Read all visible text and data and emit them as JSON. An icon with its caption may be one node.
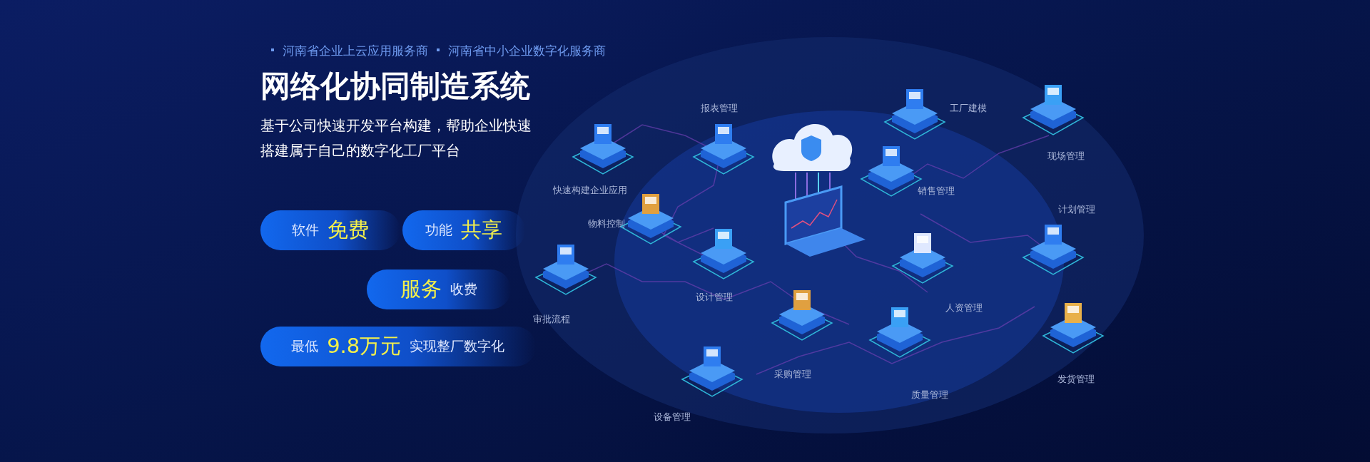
{
  "diagram": {
    "title": "网络化协同制造系统",
    "nodes": [
      {
        "text": [
          "软件",
          "免费"
        ]
      },
      {
        "text": [
          "功能",
          "共享"
        ]
      },
      {
        "text": [
          "服务",
          "收费"
        ]
      },
      {
        "text": [
          "最低",
          "9.8万元",
          "实现整厂数字化"
        ]
      },
      {
        "text": [
          "快速构建企业应用"
        ]
      },
      {
        "text": [
          "报表管理"
        ]
      },
      {
        "text": [
          "工厂建模"
        ]
      },
      {
        "text": [
          "现场管理"
        ]
      },
      {
        "text": [
          "销售管理"
        ]
      },
      {
        "text": [
          "物料控制"
        ]
      },
      {
        "text": [
          "审批流程"
        ]
      },
      {
        "text": [
          "设计管理"
        ]
      },
      {
        "text": [
          "计划管理"
        ]
      },
      {
        "text": [
          "人资管理"
        ]
      },
      {
        "text": [
          "采购管理"
        ]
      },
      {
        "text": [
          "质量管理"
        ]
      },
      {
        "text": [
          "发货管理"
        ]
      },
      {
        "text": [
          "设备管理"
        ]
      }
    ],
    "labels": [
      "河南省企业上云应用服务商",
      "河南省中小企业数字化服务商",
      "基于公司快速开发平台构建，帮助企业快速搭建属于自己的数字化工厂平台"
    ]
  }
}
